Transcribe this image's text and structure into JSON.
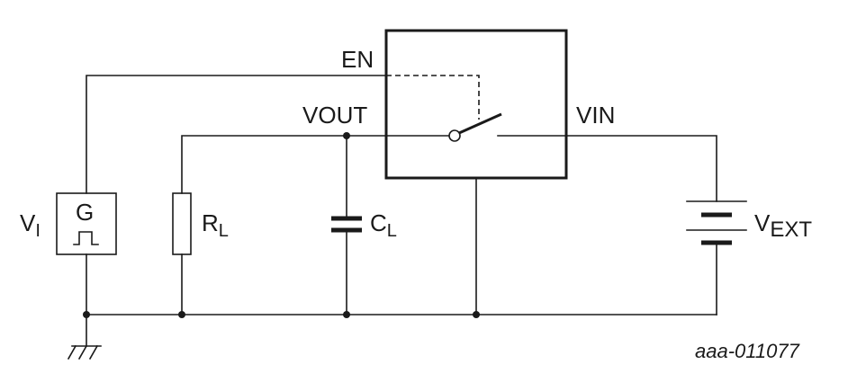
{
  "pins": {
    "en": "EN",
    "vout": "VOUT",
    "vin": "VIN"
  },
  "components": {
    "generator": {
      "symbol": "G",
      "label_main": "V",
      "label_sub": "I"
    },
    "resistor": {
      "label_main": "R",
      "label_sub": "L"
    },
    "capacitor": {
      "label_main": "C",
      "label_sub": "L"
    },
    "battery": {
      "label_main": "V",
      "label_sub": "EXT"
    }
  },
  "figure_id": "aaa-011077"
}
